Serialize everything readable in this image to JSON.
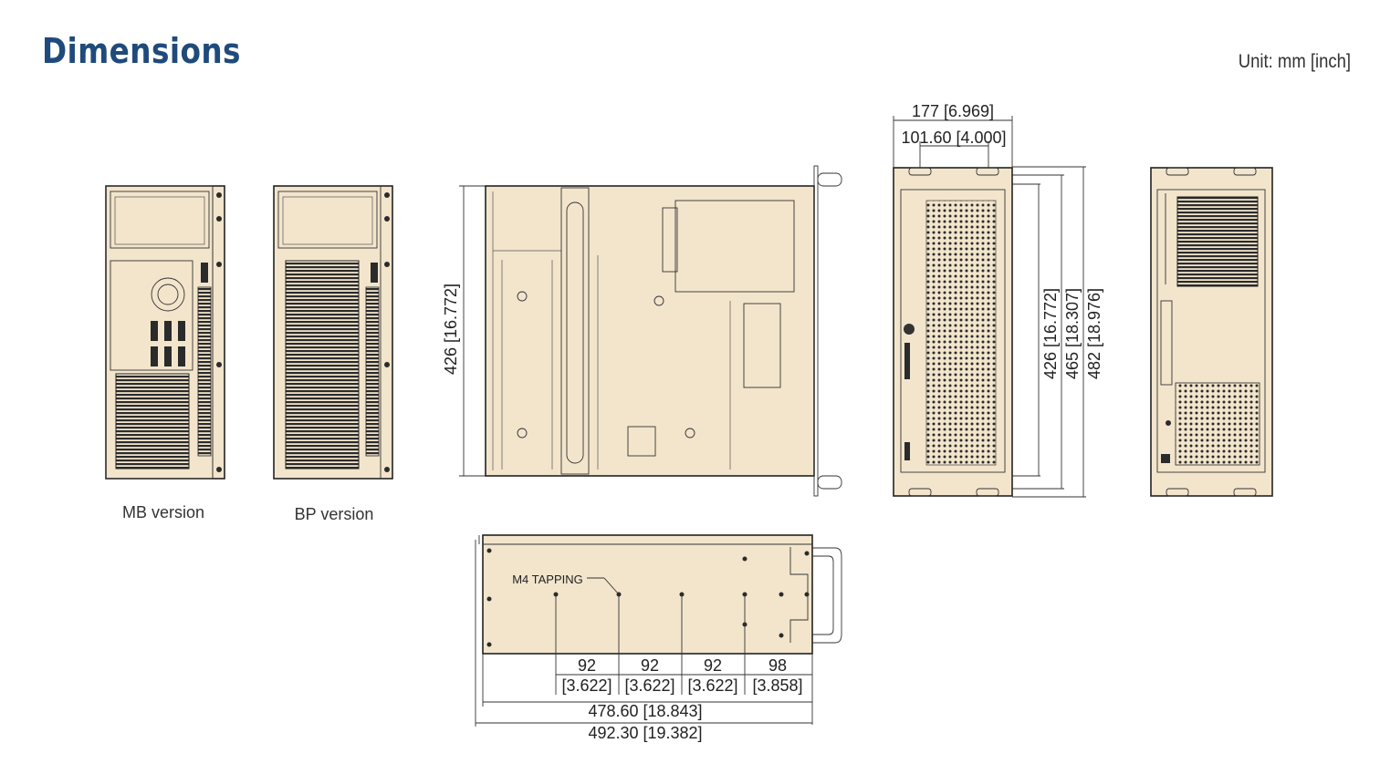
{
  "header": {
    "title": "Dimensions",
    "unit": "Unit: mm [inch]"
  },
  "views": {
    "mb_caption": "MB version",
    "bp_caption": "BP version",
    "top_view": {
      "depth_label": "426 [16.772]"
    },
    "front_view": {
      "width_label": "177 [6.969]",
      "inner_width_label": "101.60 [4.000]",
      "height_labels": [
        "426 [16.772]",
        "465 [18.307]",
        "482 [18.976]"
      ]
    },
    "side_view": {
      "note": "M4 TAPPING",
      "spacing_values": [
        "92",
        "92",
        "92",
        "98"
      ],
      "spacing_inches": [
        "[3.622]",
        "[3.622]",
        "[3.622]",
        "[3.858]"
      ],
      "length_label": "478.60 [18.843]",
      "overall_label": "492.30 [19.382]"
    }
  },
  "colors": {
    "title": "#1f4a7c",
    "chassis_fill": "#f2e5cc",
    "outline": "#222222"
  }
}
